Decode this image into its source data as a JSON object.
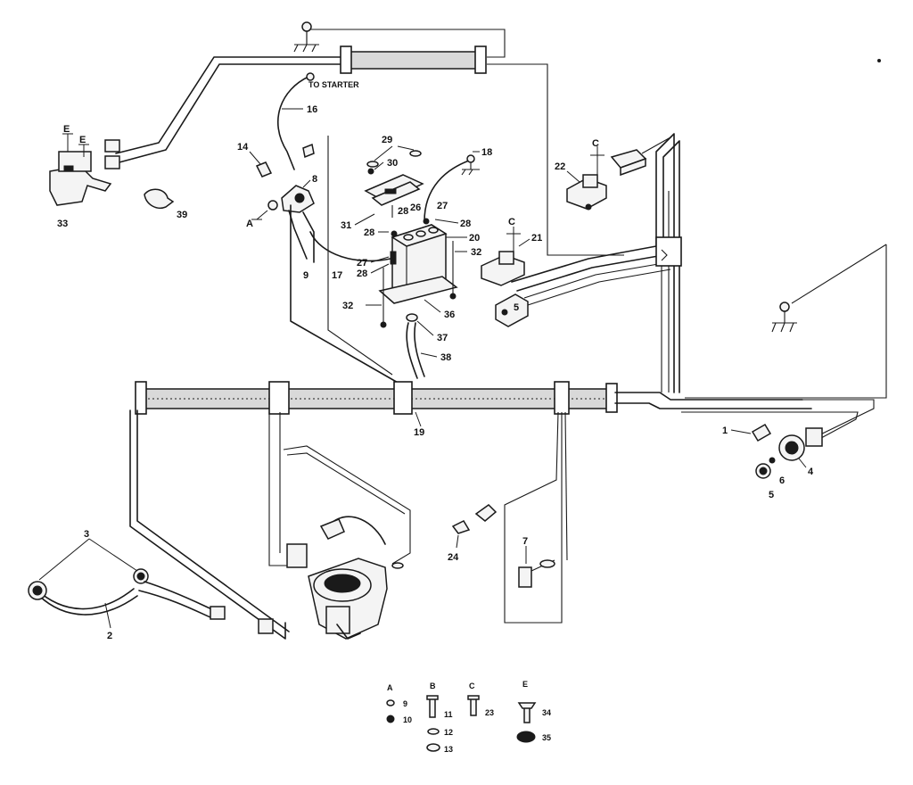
{
  "diagram": {
    "callout_to_starter": "TO STARTER",
    "labels": {
      "p1": "1",
      "p2": "2",
      "p3": "3",
      "p4": "4",
      "p5": "5",
      "p6": "6",
      "p7": "7",
      "p8": "8",
      "p9": "9",
      "p14": "14",
      "p16": "16",
      "p17": "17",
      "p18": "18",
      "p19": "19",
      "p20": "20",
      "p21": "21",
      "p22": "22",
      "p24": "24",
      "p26": "26",
      "p27a": "27",
      "p27b": "27",
      "p28a": "28",
      "p28b": "28",
      "p28c": "28",
      "p28d": "28",
      "p29": "29",
      "p30": "30",
      "p31": "31",
      "p32a": "32",
      "p32b": "32",
      "p33": "33",
      "p36": "36",
      "p37": "37",
      "p38": "38",
      "p39": "39",
      "letter_a": "A",
      "letter_c1": "C",
      "letter_c2": "C",
      "letter_e1": "E",
      "letter_e2": "E"
    },
    "legend": {
      "a": {
        "letter": "A",
        "items": [
          "9",
          "10"
        ]
      },
      "b": {
        "letter": "B",
        "items": [
          "11",
          "12",
          "13"
        ]
      },
      "c": {
        "letter": "C",
        "items": [
          "23"
        ]
      },
      "e": {
        "letter": "E",
        "items": [
          "34",
          "35"
        ]
      }
    }
  }
}
